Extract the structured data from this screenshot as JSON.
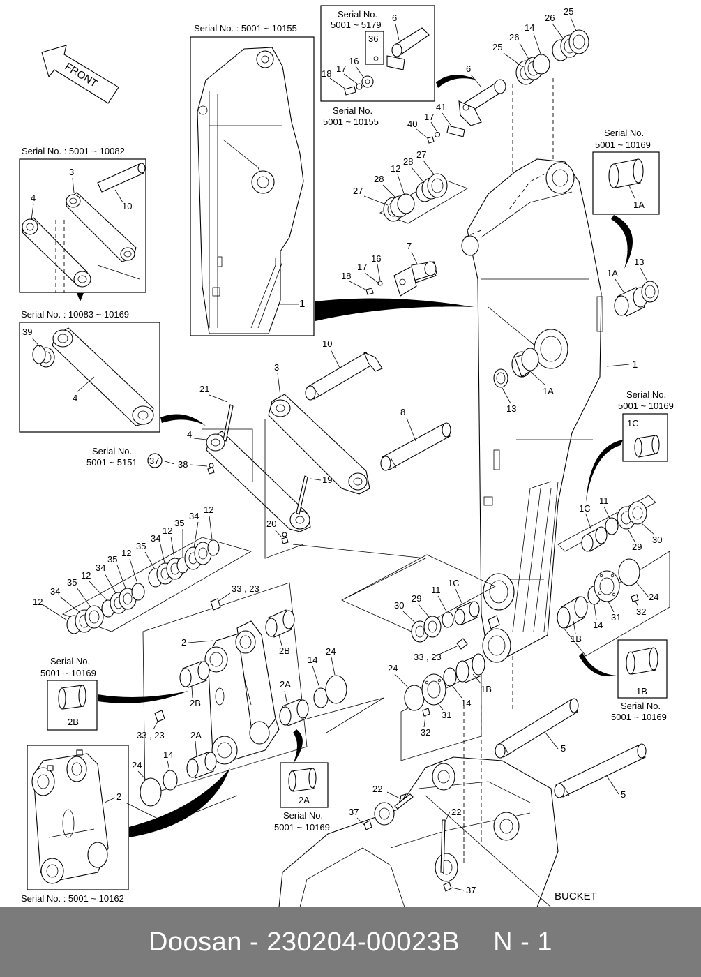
{
  "footer": {
    "brand_part": "Doosan - 230204-00023B",
    "page": "N - 1"
  },
  "front_label": "FRONT",
  "bucket_label": "BUCKET",
  "serial_captions": {
    "arm_inset": "Serial No. : 5001 ~ 10155",
    "pin6_inset_l1": "Serial No.",
    "pin6_inset_l2": "5001 ~ 5179",
    "pin6_below_l1": "Serial No.",
    "pin6_below_l2": "5001 ~ 10155",
    "link_inset_top": "Serial No. : 5001 ~ 10082",
    "link_inset_mid": "Serial No. : 10083 ~ 10169",
    "bush1a_l1": "Serial No.",
    "bush1a_l2": "5001 ~ 10169",
    "bush1c_l1": "Serial No.",
    "bush1c_l2": "5001 ~ 10169",
    "bush1b_l1": "Serial No.",
    "bush1b_l2": "5001 ~ 10169",
    "bush2b_l1": "Serial No.",
    "bush2b_l2": "5001 ~ 10169",
    "bush2a_l1": "Serial No.",
    "bush2a_l2": "5001 ~ 10169",
    "link2_inset": "Serial No. : 5001 ~ 10162",
    "nut37_l1": "Serial No.",
    "nut37_l2": "5001 ~ 5151"
  },
  "callouts": {
    "c6a": "6",
    "c36": "36",
    "c16a": "16",
    "c17a": "17",
    "c18a": "18",
    "c26a": "26",
    "c25a": "25",
    "c14a": "14",
    "c26b": "26",
    "c25b": "25",
    "c6b": "6",
    "c41": "41",
    "c17b": "17",
    "c40": "40",
    "c27a": "27",
    "c28a": "28",
    "c12a": "12",
    "c28b": "28",
    "c27b": "27",
    "c7": "7",
    "c16b": "16",
    "c17c": "17",
    "c18b": "18",
    "c1a": "1",
    "c3a": "3",
    "c10a": "10",
    "c4a": "4",
    "c39": "39",
    "c4b": "4",
    "c10b": "10",
    "c3b": "3",
    "c8": "8",
    "c21": "21",
    "c4c": "4",
    "c38": "38",
    "c19": "19",
    "c20": "20",
    "c12b": "12",
    "c34a": "34",
    "c35a": "35",
    "c12c": "12",
    "c35b": "35",
    "c34b": "34",
    "c12d": "12",
    "c35c": "35",
    "c34c": "34",
    "c12e": "12",
    "c35d": "35",
    "c34d": "34",
    "c12f": "12",
    "c33_23a": "33 , 23",
    "c2a": "2",
    "c2Ba": "2B",
    "c2Bb": "2B",
    "c2Bbox": "2B",
    "c2Aa": "2A",
    "c2Ab": "2A",
    "c2Abox": "2A",
    "c33_23b": "33 , 23",
    "c14b": "14",
    "c24a": "24",
    "c24b": "24",
    "c14c": "14",
    "c2b": "2",
    "c1Abox": "1A",
    "c1Aa": "1A",
    "c13a": "13",
    "c1b": "1",
    "c1Ab": "1A",
    "c13b": "13",
    "c1Cbox": "1C",
    "c1Ca": "1C",
    "c11a": "11",
    "c29a": "29",
    "c30a": "30",
    "c24c": "24",
    "c31a": "31",
    "c32a": "32",
    "c14d": "14",
    "c1Ba": "1B",
    "c30b": "30",
    "c29b": "29",
    "c11b": "11",
    "c1Cb": "1C",
    "c33_23c": "33 , 23",
    "c24d": "24",
    "c1Bb": "1B",
    "c14e": "14",
    "c31b": "31",
    "c32b": "32",
    "c1Bbox": "1B",
    "c5a": "5",
    "c5b": "5",
    "c22a": "22",
    "c22b": "22",
    "c37a": "37",
    "c37b": "37",
    "c37c": "37"
  }
}
